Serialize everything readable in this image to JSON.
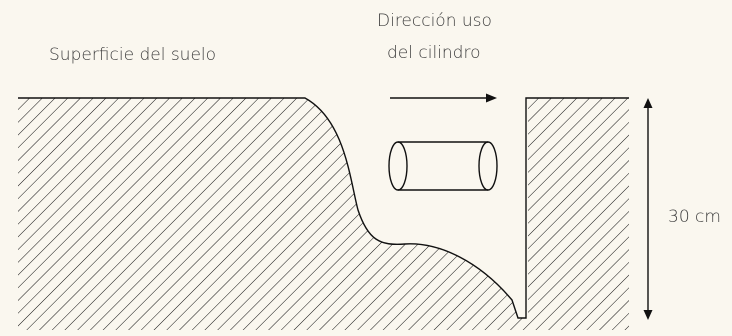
{
  "labels": {
    "ground_surface": "Superficie del suelo",
    "direction_line1": "Dirección uso",
    "direction_line2": "del cilindro",
    "depth": "30 cm"
  },
  "colors": {
    "background": "#faf7ef",
    "stroke": "#111111",
    "text": "#3d3d3d"
  }
}
